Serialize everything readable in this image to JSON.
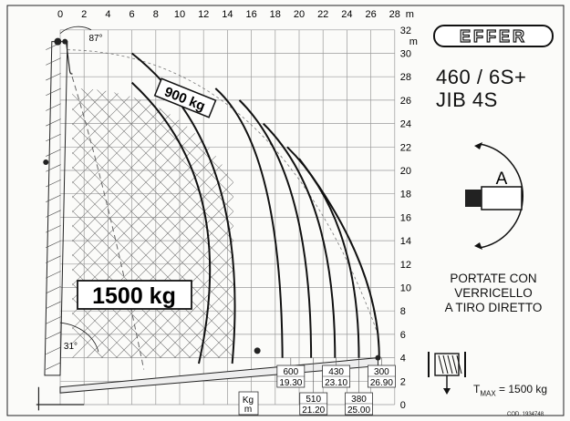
{
  "brand": "EFFER",
  "model": {
    "line1": "460 / 6S+",
    "line2": "JIB 4S"
  },
  "winch_label": "A",
  "portate_lines": [
    "PORTATE CON",
    "VERRICELLO",
    "A TIRO DIRETTO"
  ],
  "tmax": {
    "prefix": "T",
    "sub": "MAX",
    "suffix": " = 1500 kg"
  },
  "cod": "COD. 1934748",
  "x_axis": {
    "unit": "m",
    "ticks": [
      "0",
      "2",
      "4",
      "6",
      "8",
      "10",
      "12",
      "14",
      "16",
      "18",
      "20",
      "22",
      "24",
      "26",
      "28"
    ]
  },
  "y_axis": {
    "unit": "m",
    "ticks": [
      "0",
      "2",
      "4",
      "6",
      "8",
      "10",
      "12",
      "14",
      "16",
      "18",
      "20",
      "22",
      "24",
      "26",
      "28",
      "30",
      "32"
    ]
  },
  "angles": {
    "top": "87°",
    "bottom": "31°"
  },
  "zone_labels": {
    "upper": "900 kg",
    "lower": "1500 kg"
  },
  "capacity_legend": {
    "kg": "Kg",
    "m": "m"
  },
  "capacities": [
    {
      "kg": "600",
      "m": "19.30",
      "row": "upper",
      "x": 19.3
    },
    {
      "kg": "510",
      "m": "21.20",
      "row": "lower",
      "x": 21.2
    },
    {
      "kg": "430",
      "m": "23.10",
      "row": "upper",
      "x": 23.1
    },
    {
      "kg": "380",
      "m": "25.00",
      "row": "lower",
      "x": 25.0
    },
    {
      "kg": "300",
      "m": "26.90",
      "row": "upper",
      "x": 26.9
    }
  ]
}
